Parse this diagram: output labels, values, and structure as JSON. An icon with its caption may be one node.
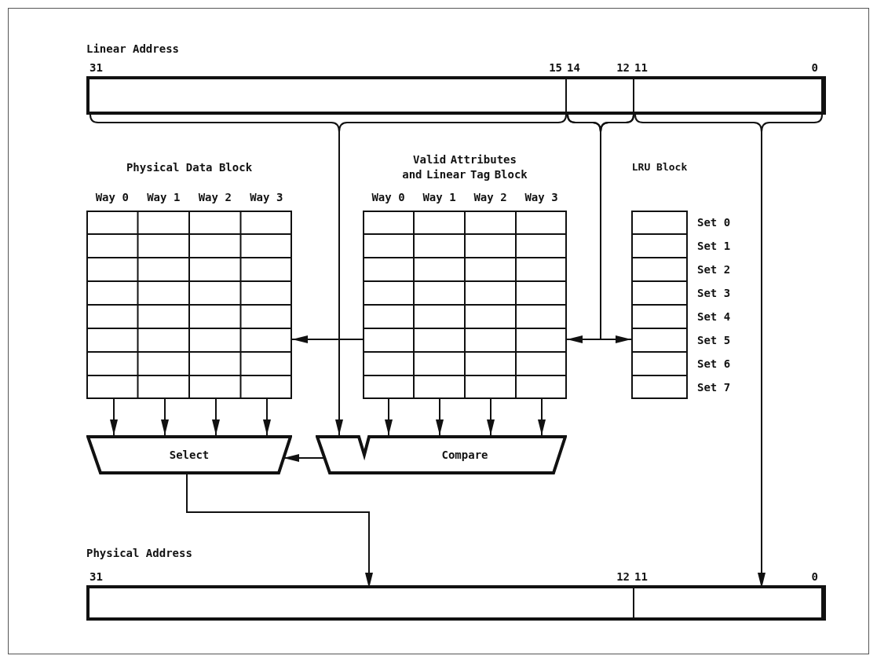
{
  "diagram": {
    "nodes": [
      {
        "text": [
          "Linear Address"
        ]
      },
      {
        "text": [],
        "shape": "box",
        "in": 0,
        "beside": [
          "31",
          "15"
        ]
      },
      {
        "text": [],
        "shape": "box",
        "in": 0,
        "beside": [
          "14",
          "12"
        ]
      },
      {
        "text": [],
        "shape": "box",
        "in": 0,
        "beside": [
          "11",
          "0"
        ]
      },
      {
        "text": [
          "Physical Data Block"
        ],
        "beside": [
          "Way 0",
          "Way 1",
          "Way 2",
          "Way 3"
        ]
      },
      {
        "text": [
          "Valid Attributes and Linear Tag Block"
        ],
        "beside": [
          "Way 0",
          "Way 1",
          "Way 2",
          "Way 3"
        ]
      },
      {
        "text": [
          "LRU Block"
        ],
        "beside": [
          "Set 0",
          "Set 1",
          "Set 2",
          "Set 3",
          "Set 4",
          "Set 5",
          "Set 6",
          "Set 7"
        ]
      },
      {
        "text": [
          "Select"
        ]
      },
      {
        "text": [
          "Compare"
        ]
      },
      {
        "text": [
          "Physical Address"
        ]
      },
      {
        "text": [],
        "shape": "box",
        "in": 9,
        "beside": [
          "31",
          "12"
        ]
      },
      {
        "text": [],
        "shape": "box",
        "in": 9,
        "beside": [
          "11",
          "0"
        ]
      }
    ],
    "edges": [
      {
        "from": 1,
        "to": 8,
        "arrow": "to"
      },
      {
        "from": 2,
        "to": 5,
        "arrow": "to"
      },
      {
        "from": 2,
        "to": 6,
        "arrow": "to"
      },
      {
        "from": 5,
        "to": 4,
        "arrow": "to"
      },
      {
        "from": 4,
        "to": 7,
        "arrow": "to"
      },
      {
        "from": 4,
        "to": 7,
        "arrow": "to"
      },
      {
        "from": 4,
        "to": 7,
        "arrow": "to"
      },
      {
        "from": 4,
        "to": 7,
        "arrow": "to"
      },
      {
        "from": 5,
        "to": 8,
        "arrow": "to"
      },
      {
        "from": 5,
        "to": 8,
        "arrow": "to"
      },
      {
        "from": 5,
        "to": 8,
        "arrow": "to"
      },
      {
        "from": 5,
        "to": 8,
        "arrow": "to"
      },
      {
        "from": 8,
        "to": 7,
        "arrow": "to"
      },
      {
        "from": 7,
        "to": 10,
        "arrow": "to"
      },
      {
        "from": 3,
        "to": 11,
        "arrow": "to"
      }
    ]
  }
}
